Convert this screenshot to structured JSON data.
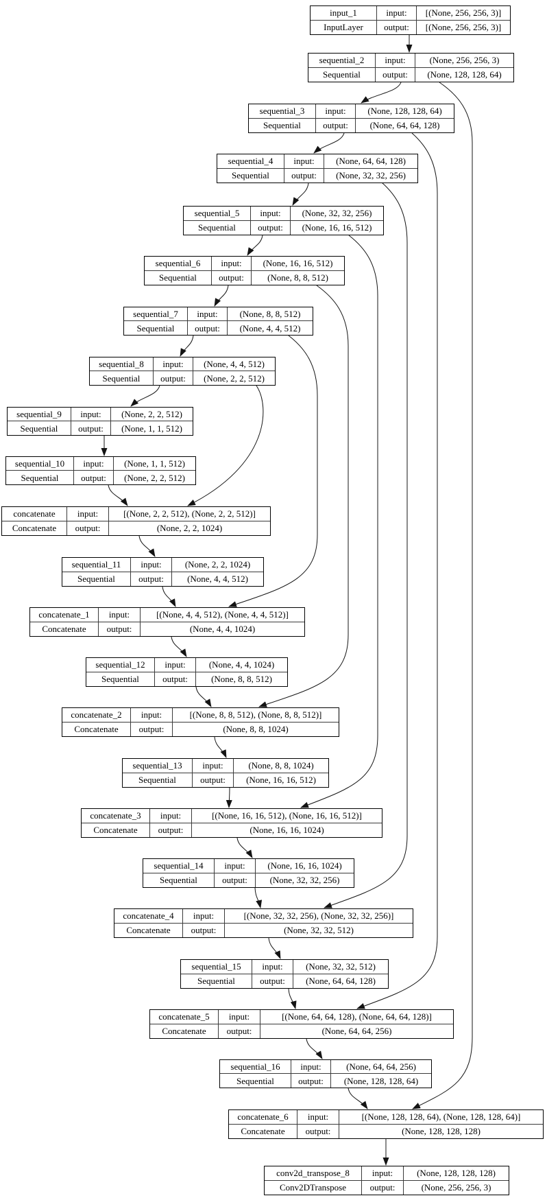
{
  "diagram": {
    "kind": "keras-model-architecture-graph",
    "labels": {
      "input": "input:",
      "output": "output:"
    },
    "colors": {
      "background": "#ffffff",
      "node_fill": "#ffffff",
      "node_border": "#000000",
      "edge": "#141414",
      "text": "#000000"
    },
    "nodes": [
      {
        "id": "input_1",
        "name": "input_1",
        "type": "InputLayer",
        "input_shape": "[(None, 256, 256, 3)]",
        "output_shape": "[(None, 256, 256, 3)]"
      },
      {
        "id": "sequential_2",
        "name": "sequential_2",
        "type": "Sequential",
        "input_shape": "(None, 256, 256, 3)",
        "output_shape": "(None, 128, 128, 64)"
      },
      {
        "id": "sequential_3",
        "name": "sequential_3",
        "type": "Sequential",
        "input_shape": "(None, 128, 128, 64)",
        "output_shape": "(None, 64, 64, 128)"
      },
      {
        "id": "sequential_4",
        "name": "sequential_4",
        "type": "Sequential",
        "input_shape": "(None, 64, 64, 128)",
        "output_shape": "(None, 32, 32, 256)"
      },
      {
        "id": "sequential_5",
        "name": "sequential_5",
        "type": "Sequential",
        "input_shape": "(None, 32, 32, 256)",
        "output_shape": "(None, 16, 16, 512)"
      },
      {
        "id": "sequential_6",
        "name": "sequential_6",
        "type": "Sequential",
        "input_shape": "(None, 16, 16, 512)",
        "output_shape": "(None, 8, 8, 512)"
      },
      {
        "id": "sequential_7",
        "name": "sequential_7",
        "type": "Sequential",
        "input_shape": "(None, 8, 8, 512)",
        "output_shape": "(None, 4, 4, 512)"
      },
      {
        "id": "sequential_8",
        "name": "sequential_8",
        "type": "Sequential",
        "input_shape": "(None, 4, 4, 512)",
        "output_shape": "(None, 2, 2, 512)"
      },
      {
        "id": "sequential_9",
        "name": "sequential_9",
        "type": "Sequential",
        "input_shape": "(None, 2, 2, 512)",
        "output_shape": "(None, 1, 1, 512)"
      },
      {
        "id": "sequential_10",
        "name": "sequential_10",
        "type": "Sequential",
        "input_shape": "(None, 1, 1, 512)",
        "output_shape": "(None, 2, 2, 512)"
      },
      {
        "id": "concatenate",
        "name": "concatenate",
        "type": "Concatenate",
        "input_shape": "[(None, 2, 2, 512), (None, 2, 2, 512)]",
        "output_shape": "(None, 2, 2, 1024)"
      },
      {
        "id": "sequential_11",
        "name": "sequential_11",
        "type": "Sequential",
        "input_shape": "(None, 2, 2, 1024)",
        "output_shape": "(None, 4, 4, 512)"
      },
      {
        "id": "concatenate_1",
        "name": "concatenate_1",
        "type": "Concatenate",
        "input_shape": "[(None, 4, 4, 512), (None, 4, 4, 512)]",
        "output_shape": "(None, 4, 4, 1024)"
      },
      {
        "id": "sequential_12",
        "name": "sequential_12",
        "type": "Sequential",
        "input_shape": "(None, 4, 4, 1024)",
        "output_shape": "(None, 8, 8, 512)"
      },
      {
        "id": "concatenate_2",
        "name": "concatenate_2",
        "type": "Concatenate",
        "input_shape": "[(None, 8, 8, 512), (None, 8, 8, 512)]",
        "output_shape": "(None, 8, 8, 1024)"
      },
      {
        "id": "sequential_13",
        "name": "sequential_13",
        "type": "Sequential",
        "input_shape": "(None, 8, 8, 1024)",
        "output_shape": "(None, 16, 16, 512)"
      },
      {
        "id": "concatenate_3",
        "name": "concatenate_3",
        "type": "Concatenate",
        "input_shape": "[(None, 16, 16, 512), (None, 16, 16, 512)]",
        "output_shape": "(None, 16, 16, 1024)"
      },
      {
        "id": "sequential_14",
        "name": "sequential_14",
        "type": "Sequential",
        "input_shape": "(None, 16, 16, 1024)",
        "output_shape": "(None, 32, 32, 256)"
      },
      {
        "id": "concatenate_4",
        "name": "concatenate_4",
        "type": "Concatenate",
        "input_shape": "[(None, 32, 32, 256), (None, 32, 32, 256)]",
        "output_shape": "(None, 32, 32, 512)"
      },
      {
        "id": "sequential_15",
        "name": "sequential_15",
        "type": "Sequential",
        "input_shape": "(None, 32, 32, 512)",
        "output_shape": "(None, 64, 64, 128)"
      },
      {
        "id": "concatenate_5",
        "name": "concatenate_5",
        "type": "Concatenate",
        "input_shape": "[(None, 64, 64, 128), (None, 64, 64, 128)]",
        "output_shape": "(None, 64, 64, 256)"
      },
      {
        "id": "sequential_16",
        "name": "sequential_16",
        "type": "Sequential",
        "input_shape": "(None, 64, 64, 256)",
        "output_shape": "(None, 128, 128, 64)"
      },
      {
        "id": "concatenate_6",
        "name": "concatenate_6",
        "type": "Concatenate",
        "input_shape": "[(None, 128, 128, 64), (None, 128, 128, 64)]",
        "output_shape": "(None, 128, 128, 128)"
      },
      {
        "id": "conv2d_transpose_8",
        "name": "conv2d_transpose_8",
        "type": "Conv2DTranspose",
        "input_shape": "(None, 128, 128, 128)",
        "output_shape": "(None, 256, 256, 3)"
      }
    ],
    "edges": [
      {
        "from": "input_1",
        "to": "sequential_2",
        "skip": false
      },
      {
        "from": "sequential_2",
        "to": "sequential_3",
        "skip": false
      },
      {
        "from": "sequential_3",
        "to": "sequential_4",
        "skip": false
      },
      {
        "from": "sequential_4",
        "to": "sequential_5",
        "skip": false
      },
      {
        "from": "sequential_5",
        "to": "sequential_6",
        "skip": false
      },
      {
        "from": "sequential_6",
        "to": "sequential_7",
        "skip": false
      },
      {
        "from": "sequential_7",
        "to": "sequential_8",
        "skip": false
      },
      {
        "from": "sequential_8",
        "to": "sequential_9",
        "skip": false
      },
      {
        "from": "sequential_9",
        "to": "sequential_10",
        "skip": false
      },
      {
        "from": "sequential_10",
        "to": "concatenate",
        "skip": false
      },
      {
        "from": "sequential_8",
        "to": "concatenate",
        "skip": true
      },
      {
        "from": "concatenate",
        "to": "sequential_11",
        "skip": false
      },
      {
        "from": "sequential_11",
        "to": "concatenate_1",
        "skip": false
      },
      {
        "from": "sequential_7",
        "to": "concatenate_1",
        "skip": true
      },
      {
        "from": "concatenate_1",
        "to": "sequential_12",
        "skip": false
      },
      {
        "from": "sequential_12",
        "to": "concatenate_2",
        "skip": false
      },
      {
        "from": "sequential_6",
        "to": "concatenate_2",
        "skip": true
      },
      {
        "from": "concatenate_2",
        "to": "sequential_13",
        "skip": false
      },
      {
        "from": "sequential_13",
        "to": "concatenate_3",
        "skip": false
      },
      {
        "from": "sequential_5",
        "to": "concatenate_3",
        "skip": true
      },
      {
        "from": "concatenate_3",
        "to": "sequential_14",
        "skip": false
      },
      {
        "from": "sequential_14",
        "to": "concatenate_4",
        "skip": false
      },
      {
        "from": "sequential_4",
        "to": "concatenate_4",
        "skip": true
      },
      {
        "from": "concatenate_4",
        "to": "sequential_15",
        "skip": false
      },
      {
        "from": "sequential_15",
        "to": "concatenate_5",
        "skip": false
      },
      {
        "from": "sequential_3",
        "to": "concatenate_5",
        "skip": true
      },
      {
        "from": "concatenate_5",
        "to": "sequential_16",
        "skip": false
      },
      {
        "from": "sequential_16",
        "to": "concatenate_6",
        "skip": false
      },
      {
        "from": "sequential_2",
        "to": "concatenate_6",
        "skip": true
      },
      {
        "from": "concatenate_6",
        "to": "conv2d_transpose_8",
        "skip": false
      }
    ]
  }
}
